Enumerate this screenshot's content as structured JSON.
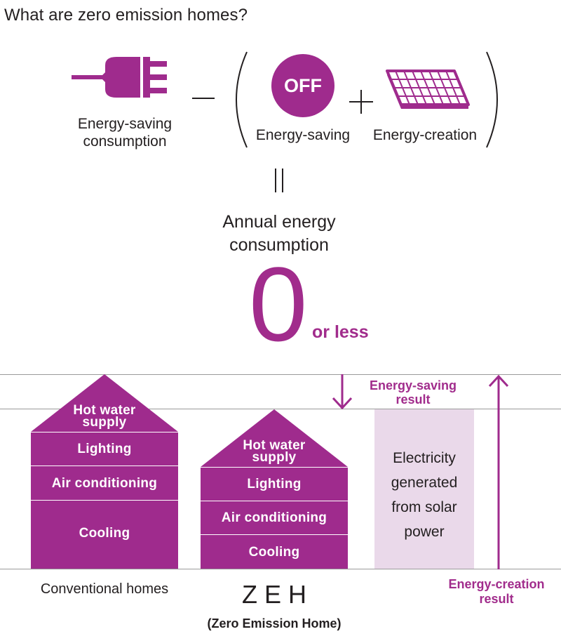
{
  "title": "What are zero emission homes?",
  "formula": {
    "consumption_label": "Energy-saving consumption",
    "consumption_line1": "Energy-saving",
    "consumption_line2": "consumption",
    "minus": "−",
    "plus": "+",
    "off_badge": "OFF",
    "saving_label": "Energy-saving",
    "creation_label": "Energy-creation",
    "equals": "||",
    "result_line1": "Annual energy",
    "result_line2": "consumption",
    "big_zero": "0",
    "or_less": "or less"
  },
  "chart": {
    "conventional": {
      "roof": [
        "Hot water",
        "supply"
      ],
      "rows": [
        "Lighting",
        "Air conditioning",
        "Cooling"
      ],
      "caption": "Conventional homes"
    },
    "zeh": {
      "roof": [
        "Hot water",
        "supply"
      ],
      "rows": [
        "Lighting",
        "Air conditioning",
        "Cooling"
      ],
      "caption": "ZEH",
      "subcaption": "(Zero Emission Home)"
    },
    "saving_result": [
      "Energy-saving",
      "result"
    ],
    "solar_box": [
      "Electricity",
      "generated",
      "from solar",
      "power"
    ],
    "creation_result": [
      "Energy-creation",
      "result"
    ]
  },
  "colors": {
    "accent": "#9f2b8d",
    "solar_fill": "#ead9ea",
    "guide_line": "#9a9a9a"
  }
}
